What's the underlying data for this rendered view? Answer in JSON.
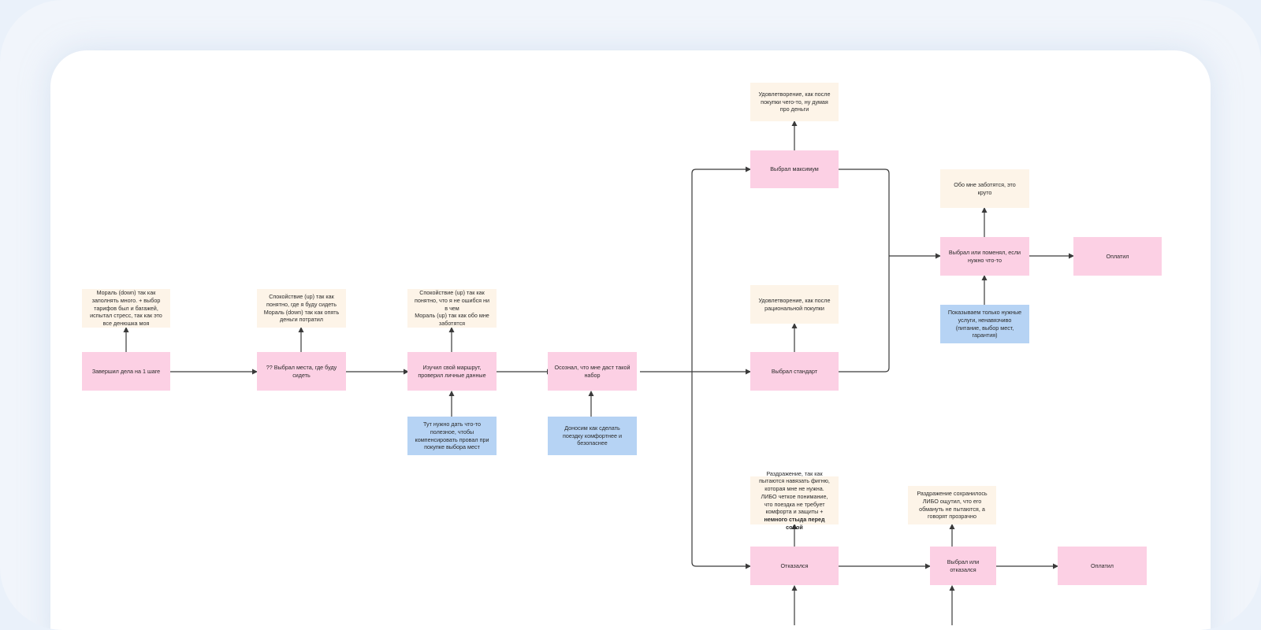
{
  "nodes": {
    "s1": "Завершил дела на 1 шаге",
    "s2": "?? Выбрал места, где буду сидеть",
    "s3": "Изучил свой маршрут, проверил личные данные",
    "s4": "Осознал, что мне даст такой набор",
    "max": "Выбрал максимум",
    "std": "Выбрал стандарт",
    "ref": "Отказался",
    "chg": "Выбрал или поменял, если нужно что-то",
    "pay1": "Оплатил",
    "sel": "Выбрал или отказался",
    "pay2": "Оплатил"
  },
  "emotions": {
    "e1": "Мораль (down) так как заполнять много. + выбор тарифов был и багажей, испытал стресс, так как это все денюшка моя",
    "e2": "Спокойствие (up) так как понятно, где я буду сидеть\nМораль (down) так как опять деньги потратил",
    "e3": "Спокойствие (up) так как понятно, что я не ошибся ни в чем\nМораль (up) так как обо мне заботятся",
    "emax": "Удовлетворение, как после покупки чего-то, ну думая про деньги",
    "estd": "Удовлетворение, как после рациональной покупки",
    "eref_plain": "Раздражение, так как пытаются навязать фигню, которая мне не нужна. ЛИБО четкое понимание, что поездка не требует комфорта и защиты +",
    "eref_bold": "немного стыда перед собой",
    "echg": "Обо мне заботятся, это круто",
    "esel": "Раздражение сохранилось ЛИБО ощутил, что его обмануть не пытаются, а говорят прозрачно"
  },
  "ideas": {
    "i3": "Тут нужно дать что-то полезное, чтобы компенсировать провал при покупке выбора мест",
    "i4": "Доносим как сделать поездку комфортнее и безопаснее",
    "ichg": "Показываем только нужные услуги, ненавязчиво (питание, выбор мест, гарантия)"
  },
  "colors": {
    "step": "#fcd0e4",
    "emotion": "#fdf4e8",
    "idea": "#b6d3f4",
    "connector": "#3a3a3a"
  }
}
